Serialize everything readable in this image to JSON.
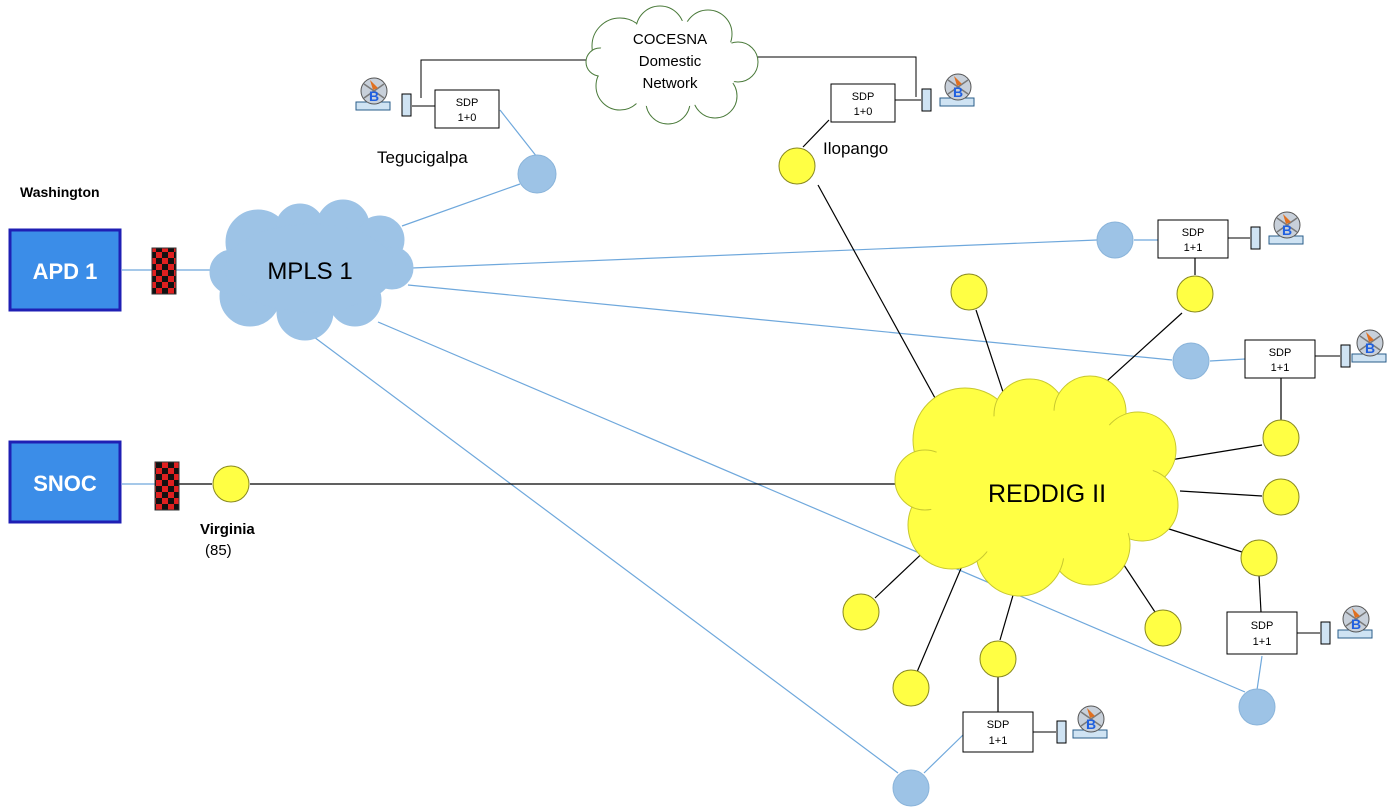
{
  "nodes": {
    "apd1": "APD 1",
    "snoc": "SNOC",
    "mpls": "MPLS 1",
    "reddig": "REDDIG II",
    "cocesna": [
      "COCESNA",
      "Domestic",
      "Network"
    ]
  },
  "labels": {
    "washington": "Washington",
    "virginia": "Virginia",
    "virginia_num": "(85)",
    "tegucigalpa": "Tegucigalpa",
    "ilopango": "Ilopango"
  },
  "sdp_boxes": [
    {
      "l1": "SDP",
      "l2": "1+0"
    },
    {
      "l1": "SDP",
      "l2": "1+0"
    },
    {
      "l1": "SDP",
      "l2": "1+1"
    },
    {
      "l1": "SDP",
      "l2": "1+1"
    },
    {
      "l1": "SDP",
      "l2": "1+1"
    },
    {
      "l1": "SDP",
      "l2": "1+1"
    }
  ],
  "colors": {
    "apd_fill": "#3b8de8",
    "apd_border": "#1f1fb4",
    "mpls_fill": "#9dc3e6",
    "reddig_fill": "#ffff44",
    "node_yellow": "#ffff44",
    "node_blue": "#9dc3e6",
    "link_blue": "#6fa8dc",
    "link_black": "#000000"
  }
}
